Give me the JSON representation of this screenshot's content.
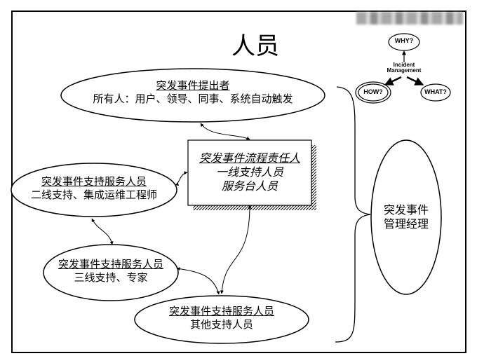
{
  "title": "人员",
  "nodes": {
    "originator": {
      "heading": "突发事件提出者",
      "detail": "所有人：用户、领导、同事、系统自动触发"
    },
    "owner": {
      "line1": "突发事件流程责任人",
      "line2": "一线支持人员",
      "line3": "服务台人员"
    },
    "tier2": {
      "heading": "突发事件支持服务人员",
      "detail": "二线支持、集成运维工程师"
    },
    "tier3": {
      "heading": "突发事件支持服务人员",
      "detail": "三线支持、专家"
    },
    "other": {
      "heading": "突发事件支持服务人员",
      "detail": "其他支持人员"
    },
    "manager": {
      "line1": "突发事件",
      "line2": "管理经理"
    }
  },
  "mini_diagram": {
    "center": "Incident Management",
    "why": "WHY?",
    "how": "HOW?",
    "what": "WHAT?"
  }
}
